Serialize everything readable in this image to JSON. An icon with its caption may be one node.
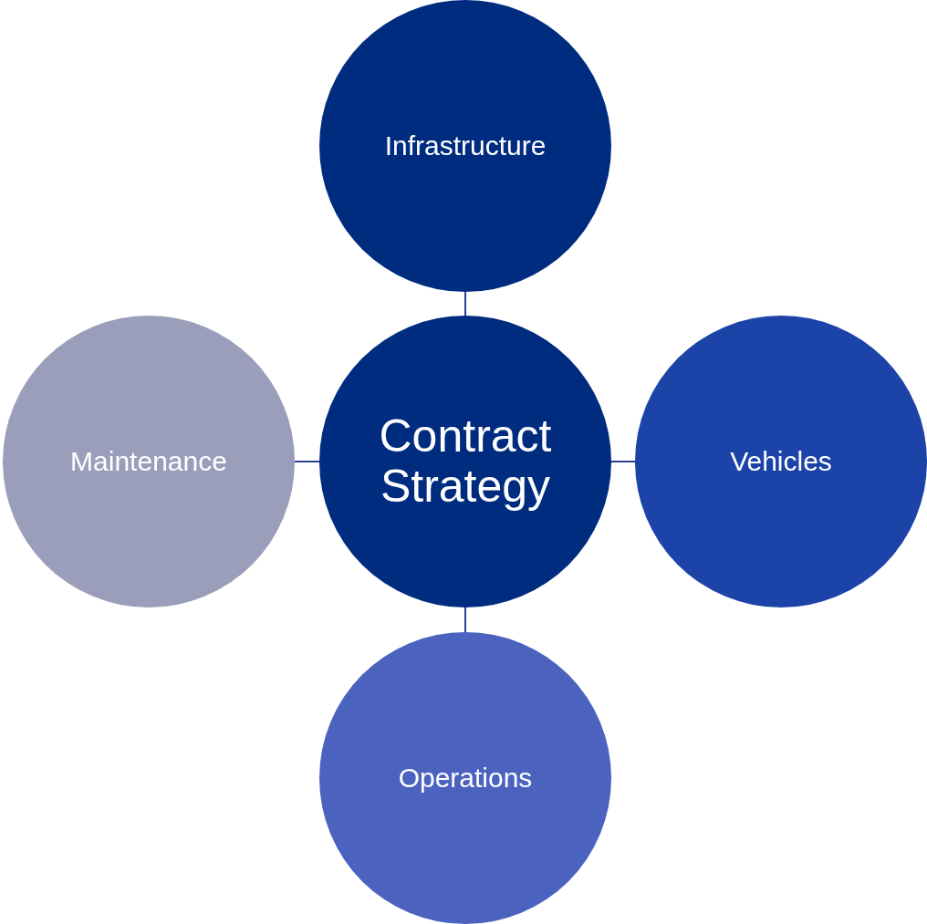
{
  "diagram": {
    "nodes": [
      {
        "text": [
          "Infrastructure"
        ]
      },
      {
        "text": [
          "Maintenance"
        ]
      },
      {
        "text": [
          "Contract Strategy"
        ]
      },
      {
        "text": [
          "Vehicles"
        ]
      },
      {
        "text": [
          "Operations"
        ]
      }
    ],
    "edges": [
      {
        "from": 2,
        "to": 0,
        "arrow": "none"
      },
      {
        "from": 2,
        "to": 1,
        "arrow": "none"
      },
      {
        "from": 2,
        "to": 3,
        "arrow": "none"
      },
      {
        "from": 2,
        "to": 4,
        "arrow": "none"
      }
    ]
  }
}
